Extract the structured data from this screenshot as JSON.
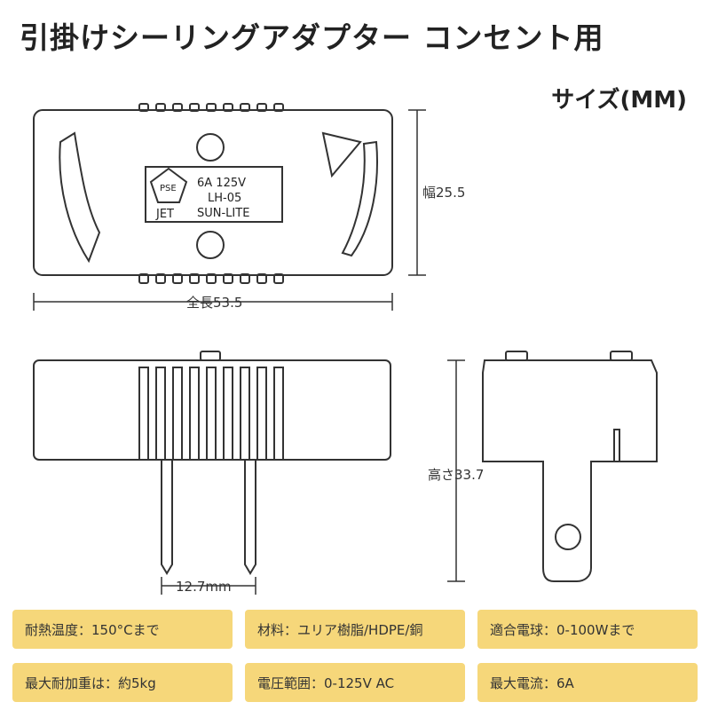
{
  "header": {
    "title": "引掛けシーリングアダプター コンセント用",
    "subtitle": "サイズ(MM)"
  },
  "label": {
    "line1_rating": "6A  125V",
    "line2_model": "LH-05",
    "line3_brand": "SUN-LITE",
    "mark_text": "PSE",
    "cert": "JET"
  },
  "dimensions": {
    "width": "幅25.5",
    "length": "全長53.5",
    "height": "高さ33.7",
    "pin_spacing": "12.7mm"
  },
  "specs": [
    {
      "text": "耐熱温度：150°Cまで"
    },
    {
      "text": "材料：ユリア樹脂/HDPE/銅"
    },
    {
      "text": "適合電球：0-100Wまで"
    },
    {
      "text": "最大耐加重は：約5kg"
    },
    {
      "text": "電圧範囲：0-125V AC"
    },
    {
      "text": "最大電流：6A"
    }
  ],
  "colors": {
    "spec_bg": "#f6d77a",
    "line": "#333333"
  }
}
